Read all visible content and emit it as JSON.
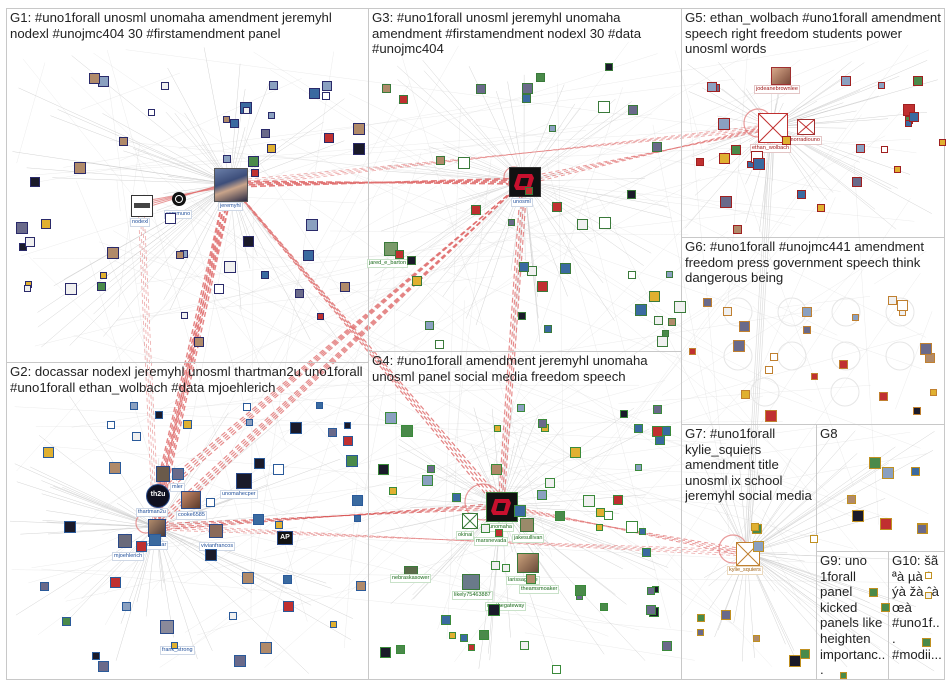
{
  "groups": [
    {
      "id": "g1",
      "title": "G1: #uno1forall unosml unomaha amendment jeremyhl nodexl #unojmc404 30 #firstamendment panel"
    },
    {
      "id": "g2",
      "title": "G2: docassar nodexl jeremyhl unosml thartman2u uno1forall #uno1forall ethan_wolbach #data mjoehlerich"
    },
    {
      "id": "g3",
      "title": "G3: #uno1forall unosml jeremyhl unomaha amendment #firstamendment nodexl 30 #data #unojmc404"
    },
    {
      "id": "g4",
      "title": "G4: #uno1forall amendment jeremyhl unomaha unosml panel social media freedom speech"
    },
    {
      "id": "g5",
      "title": "G5: ethan_wolbach #uno1forall amendment speech right freedom students power unosml words"
    },
    {
      "id": "g6",
      "title": "G6: #uno1forall #unojmc441 amendment freedom press government speech think dangerous being"
    },
    {
      "id": "g7",
      "title": "G7: #uno1forall kylie_squiers amendment title unosml ix school jeremyhl social media"
    },
    {
      "id": "g8",
      "title": "G8"
    },
    {
      "id": "g9",
      "title": "G9: uno 1forall panel kicked panels like heighten importanc..."
    },
    {
      "id": "g10",
      "title": "G10: šã ªà µà ˆ ýà žà ˆà œà #uno1f... #modii..."
    }
  ],
  "nodes": [
    {
      "id": "jeremyhl",
      "label": "jeremyhl"
    },
    {
      "id": "nodexl",
      "label": "nodexl"
    },
    {
      "id": "communo",
      "label": "communo"
    },
    {
      "id": "unosml",
      "label": "unosml"
    },
    {
      "id": "jared_e_barton",
      "label": "jared_e_barton"
    },
    {
      "id": "jodeanebrownlee",
      "label": "jodeanebrownlee"
    },
    {
      "id": "ethan_wolbach",
      "label": "ethan_wolbach"
    },
    {
      "id": "morradiouno",
      "label": "morradiouno"
    },
    {
      "id": "mler",
      "label": "mler"
    },
    {
      "id": "thartman2u",
      "label": "thartman2u"
    },
    {
      "id": "cooke6585",
      "label": "cooke6585"
    },
    {
      "id": "unomahecper",
      "label": "unomahecper"
    },
    {
      "id": "docassar",
      "label": "docassar"
    },
    {
      "id": "vivianfrancos",
      "label": "vivianfrancos"
    },
    {
      "id": "mjoehlerich",
      "label": "mjoehlerich"
    },
    {
      "id": "frank_strong",
      "label": "frank_strong"
    },
    {
      "id": "unomaha",
      "label": "unomaha"
    },
    {
      "id": "okinai",
      "label": "okinai"
    },
    {
      "id": "marsnevada",
      "label": "marsnevada"
    },
    {
      "id": "jakesullivan",
      "label": "jakesullivan"
    },
    {
      "id": "nebraskasower",
      "label": "nebraskasower"
    },
    {
      "id": "larissagrace",
      "label": "larissagrace"
    },
    {
      "id": "theamsmoaker",
      "label": "theamsmoaker"
    },
    {
      "id": "likely75463887",
      "label": "likely75463887"
    },
    {
      "id": "unothegateway",
      "label": "unothegateway"
    },
    {
      "id": "kylie_squiers",
      "label": "kylie_squiers"
    }
  ],
  "icons": {
    "th2u": "th2u",
    "ap": "AP"
  },
  "colors": {
    "edge_gray": "#c9c9c9",
    "edge_red": "#e07070",
    "edge_red_dark": "#d64b4b",
    "unosml_red": "#c8102e",
    "node_border": "#5a5a8a"
  }
}
